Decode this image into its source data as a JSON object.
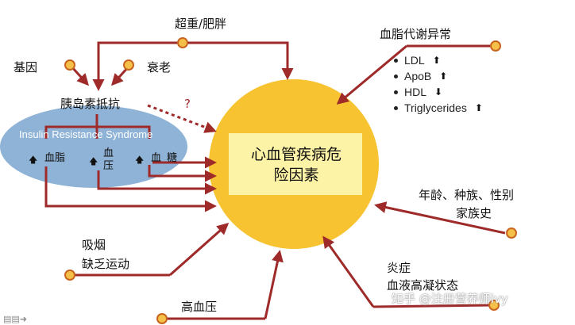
{
  "diagram": {
    "center_title_line1": "心血管疾病危",
    "center_title_line2": "险因素",
    "insulin_resistance": "胰岛素抵抗",
    "insulin_resistance_syndrome": "Insulin Resistance Syndrome",
    "question_mark": "?",
    "genes": "基因",
    "aging": "衰老",
    "overweight": "超重/肥胖",
    "components": {
      "blood_lipid": "血脂",
      "blood_pressure_1": "血",
      "blood_pressure_2": "压",
      "blood_sugar_1": "血",
      "blood_sugar_2": "糖",
      "up_arrow": "🡅"
    },
    "lipid_abnormality": {
      "title": "血脂代谢异常",
      "items": [
        {
          "label": "LDL",
          "direction": "⬆"
        },
        {
          "label": "ApoB",
          "direction": "⬆"
        },
        {
          "label": "HDL",
          "direction": "⬇"
        },
        {
          "label": "Triglycerides",
          "direction": "⬆"
        }
      ]
    },
    "age_race_sex": "年龄、种族、性别",
    "family_history": "家族史",
    "smoking": "吸烟",
    "inactivity": "缺乏运动",
    "hypertension": "高血压",
    "inflammation": "炎症",
    "hypercoagulable": "血液高凝状态",
    "watermark": "知乎 @注册营养师ivy",
    "footer_icons": "▤▤➜",
    "colors": {
      "arrow": "#9e2a2a",
      "node_fill": "#f5c04a",
      "node_stroke": "#c8641e",
      "center_fill": "#f7c331",
      "center_box": "#fdf3a6",
      "ellipse": "#8fb3d6"
    }
  }
}
